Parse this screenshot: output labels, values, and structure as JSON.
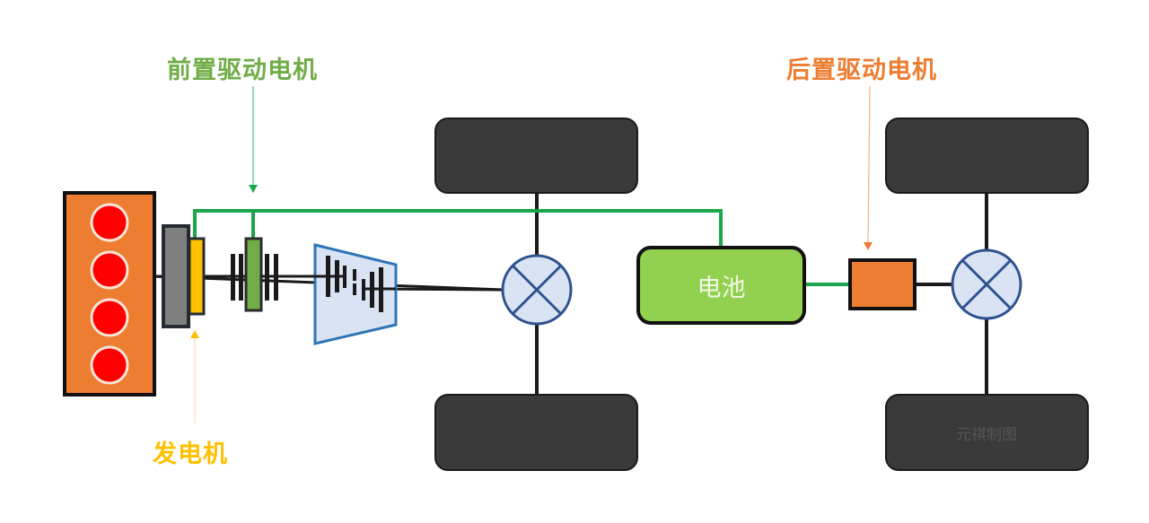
{
  "diagram": {
    "title": "Hybrid powertrain layout",
    "labels": {
      "front_motor": "前置驱动电机",
      "rear_motor": "后置驱动电机",
      "generator": "发电机",
      "battery": "电池",
      "watermark": "元祺制图"
    },
    "components": [
      {
        "id": "engine",
        "name": "Engine",
        "cylinders": 4
      },
      {
        "id": "flywheel",
        "name": "Flywheel / clutch"
      },
      {
        "id": "generator",
        "name": "Generator"
      },
      {
        "id": "front-motor",
        "name": "Front drive motor"
      },
      {
        "id": "gearbox",
        "name": "Transmission"
      },
      {
        "id": "front-diff",
        "name": "Front differential"
      },
      {
        "id": "battery",
        "name": "Battery"
      },
      {
        "id": "rear-motor",
        "name": "Rear drive motor"
      },
      {
        "id": "rear-diff",
        "name": "Rear differential"
      }
    ],
    "wheels": [
      "front-left",
      "front-right",
      "rear-left",
      "rear-right"
    ],
    "connections": [
      {
        "from": "generator",
        "to": "battery",
        "type": "electrical"
      },
      {
        "from": "front-motor",
        "to": "battery",
        "type": "electrical"
      },
      {
        "from": "battery",
        "to": "rear-motor",
        "type": "electrical"
      },
      {
        "from": "engine",
        "to": "front-diff",
        "type": "mechanical"
      },
      {
        "from": "rear-motor",
        "to": "rear-diff",
        "type": "mechanical"
      }
    ],
    "colors": {
      "front_motor_label": "#70ad47",
      "rear_motor_label": "#ed7d31",
      "generator_label": "#ffc000",
      "engine": "#ed7d31",
      "cylinder": "#ff0000",
      "flywheel": "#7f7f7f",
      "generator": "#ffc000",
      "front_motor": "#70ad47",
      "gearbox": "#dae3f3",
      "gearbox_border": "#2e75b6",
      "battery": "#92d050",
      "rear_motor": "#ed7d31",
      "wheel": "#3a3a3a",
      "electric_wire": "#1aa64a",
      "shaft": "#1a1a1a",
      "differential": "#dae3f3",
      "differential_border": "#2f528f"
    }
  }
}
